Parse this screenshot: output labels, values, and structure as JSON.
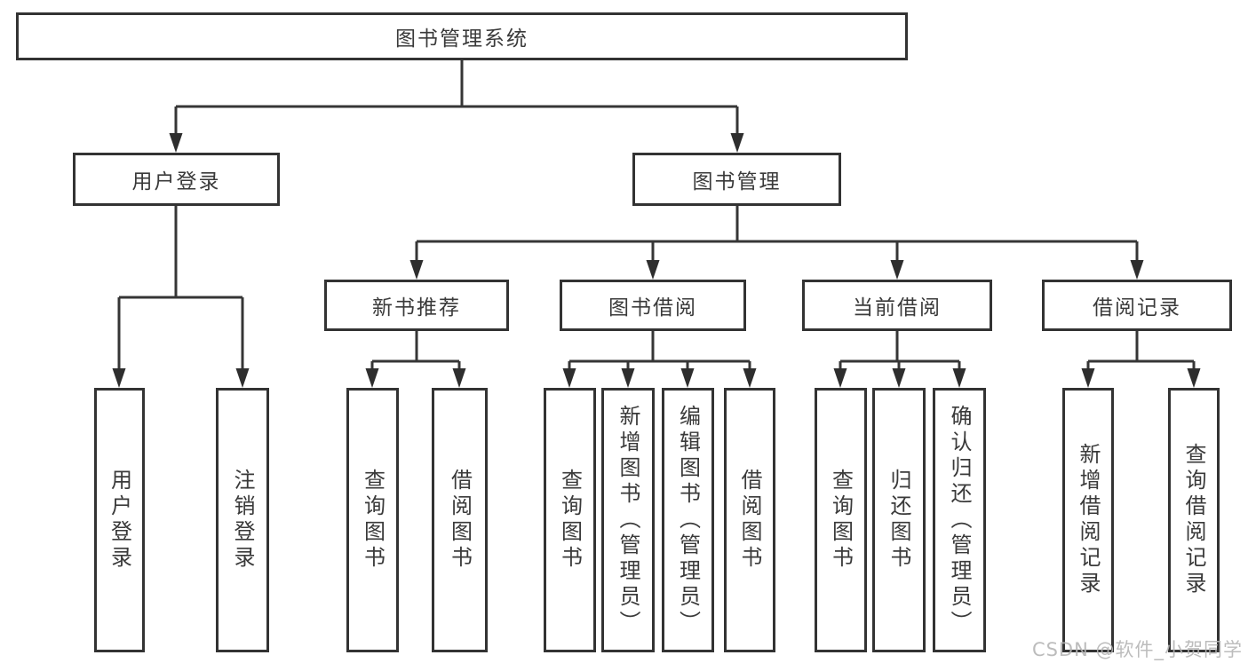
{
  "root": {
    "label": "图书管理系统"
  },
  "level2": {
    "user_login": {
      "label": "用户登录"
    },
    "book_management": {
      "label": "图书管理"
    }
  },
  "level3": {
    "new_book_recommend": {
      "label": "新书推荐"
    },
    "book_borrow": {
      "label": "图书借阅"
    },
    "current_borrow": {
      "label": "当前借阅"
    },
    "borrow_records": {
      "label": "借阅记录"
    }
  },
  "leaves": {
    "user_login": {
      "label": "用户登录"
    },
    "logout_login": {
      "label": "注销登录"
    },
    "recommend_query_books": {
      "label": "查询图书"
    },
    "recommend_borrow_books": {
      "label": "借阅图书"
    },
    "borrow_query_books": {
      "label": "查询图书"
    },
    "borrow_add_books": {
      "label": "新增图书（管理员）"
    },
    "borrow_edit_books": {
      "label": "编辑图书（管理员）"
    },
    "borrow_borrow_books": {
      "label": "借阅图书"
    },
    "current_query_books": {
      "label": "查询图书"
    },
    "current_return_books": {
      "label": "归还图书"
    },
    "current_confirm_return": {
      "label": "确认归还（管理员）"
    },
    "records_add_record": {
      "label": "新增借阅记录"
    },
    "records_query_record": {
      "label": "查询借阅记录"
    }
  },
  "watermark": {
    "text": "CSDN @软件_小贺同学"
  },
  "colors": {
    "line": "#363636",
    "text": "#3a3a3a",
    "box_background": "#ffffff",
    "watermark": "#b5b5b5"
  }
}
